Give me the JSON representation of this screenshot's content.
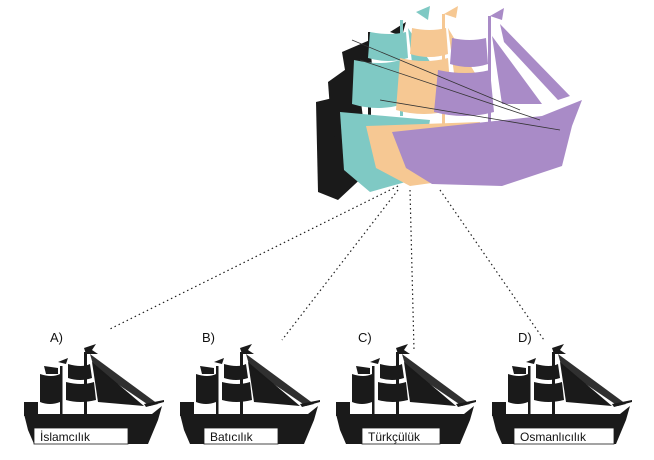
{
  "colors": {
    "black": "#1a1a1a",
    "teal": "#7fc9c4",
    "peach": "#f6c893",
    "lavender": "#a98bc7",
    "ink": "#222222"
  },
  "main_ship_icon": "multi-layer-sailing-ship",
  "option_ship_icon": "sailing-ship-silhouette",
  "options": [
    {
      "letter": "A)",
      "label": "İslamcılık"
    },
    {
      "letter": "B)",
      "label": "Batıcılık"
    },
    {
      "letter": "C)",
      "label": "Türkçülük"
    },
    {
      "letter": "D)",
      "label": "Osmanlıcılık"
    }
  ]
}
